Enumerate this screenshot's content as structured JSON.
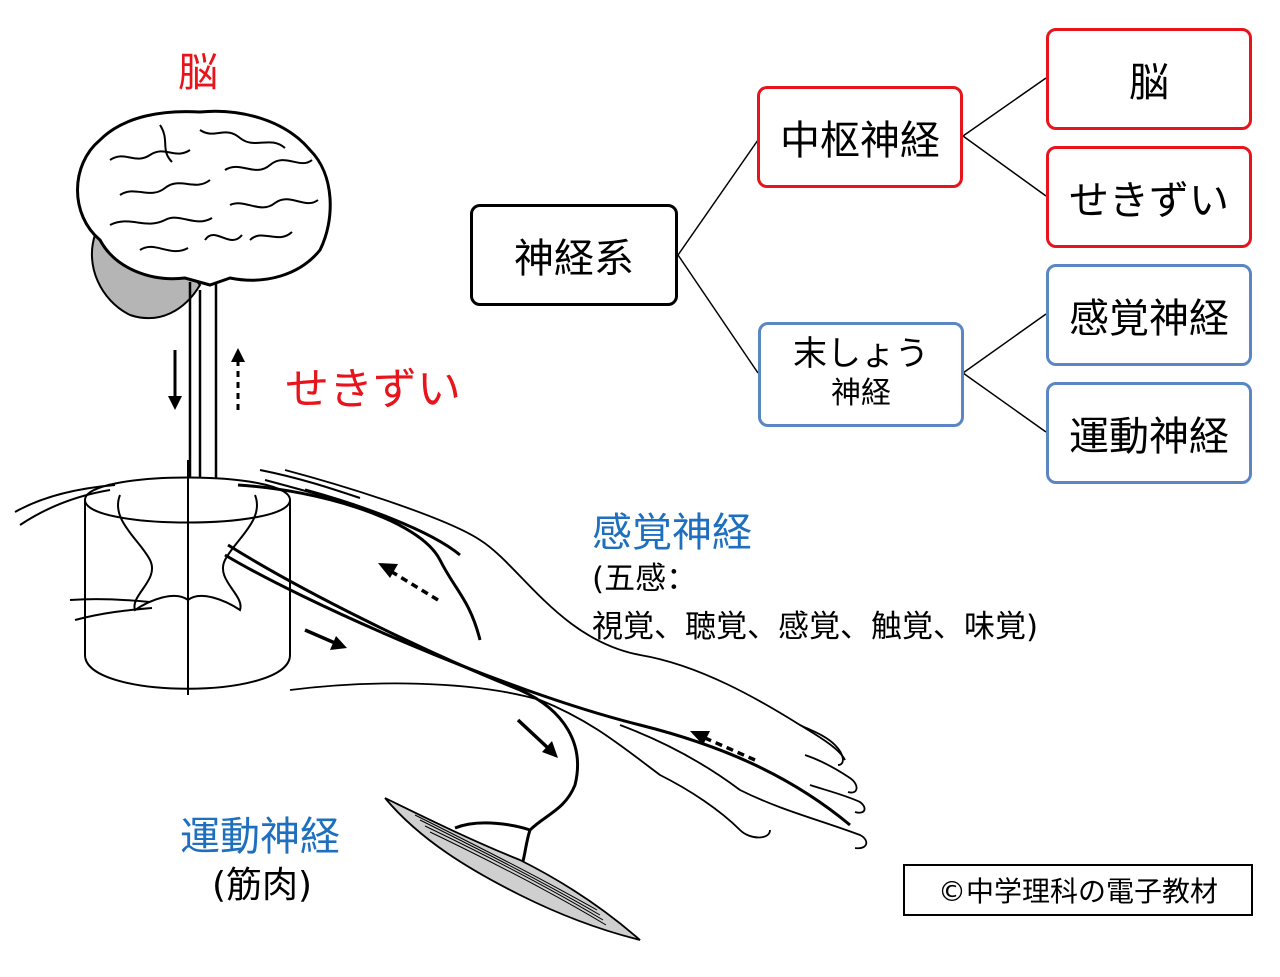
{
  "labels": {
    "brain": "脳",
    "spinal_cord": "せきずい",
    "sensory_nerve": "感覚神経",
    "five_senses_line1": "(五感：",
    "five_senses_line2": "視覚、聴覚、感覚、触覚、味覚)",
    "motor_nerve": "運動神経",
    "muscle": "(筋肉)"
  },
  "tree": {
    "root": "神経系",
    "central": "中枢神経",
    "peripheral_line1": "末しょう",
    "peripheral_line2": "神経",
    "brain": "脳",
    "spinal_cord": "せきずい",
    "sensory": "感覚神経",
    "motor": "運動神経"
  },
  "copyright": "©中学理科の電子教材",
  "colors": {
    "central": "#e8141c",
    "peripheral_label": "#1f6fbf",
    "peripheral_border": "#5a86c4"
  }
}
